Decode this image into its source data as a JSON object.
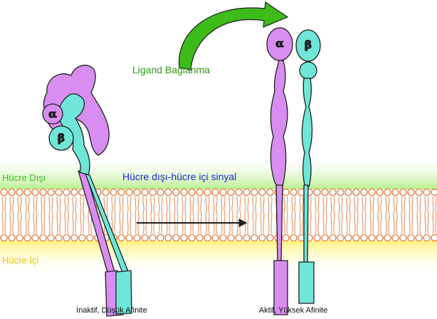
{
  "labels": {
    "ligand_binding": "Ligand Bağlanma",
    "extracellular": "Hücre Dışı",
    "signaling": "Hücre dışı-hücre içi sinyal",
    "intracellular": "Hücre İçi",
    "inactive_state": "İnaktif, Düşük Afinite",
    "active_state": "Aktif, Yüksek Afinite"
  },
  "subunits": {
    "alpha_symbol": "α",
    "beta_symbol": "β"
  },
  "colors": {
    "alpha_fill": "#d88ef0",
    "beta_fill": "#6fe6d8",
    "outline": "#1e1e1e",
    "ligand_arrow": "#3dbb1a",
    "ligand_text": "#2a9a12",
    "extracellular_band": "#b8ee8c",
    "intracellular_band": "#fff27a",
    "lipid_head": "#e07a40",
    "extracellular_text": "#3bbd1e",
    "signal_text": "#1e2acc",
    "intracellular_text": "#e8c400"
  }
}
